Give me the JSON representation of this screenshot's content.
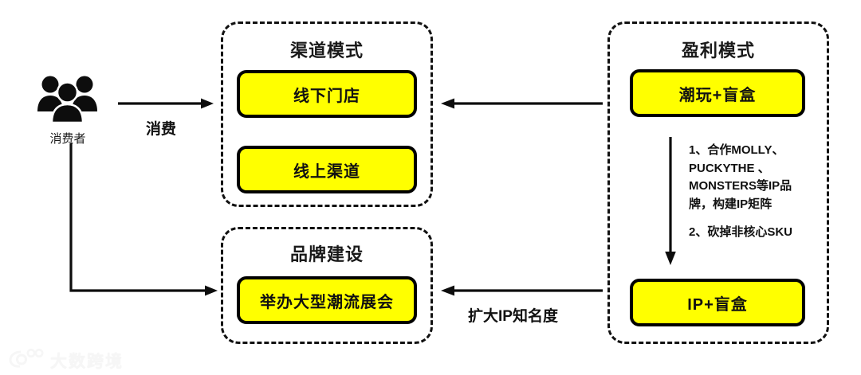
{
  "diagram": {
    "type": "flow",
    "background": "#ffffff",
    "node_fill": "#ffff00",
    "node_stroke": "#000000",
    "panel_stroke": "#111111"
  },
  "actor": {
    "icon": "people-group-icon",
    "label": "消费者"
  },
  "panels": [
    {
      "id": "channel",
      "title": "渠道模式",
      "nodes": [
        {
          "id": "offline-store",
          "label": "线下门店"
        },
        {
          "id": "online-channel",
          "label": "线上渠道"
        }
      ]
    },
    {
      "id": "brand",
      "title": "品牌建设",
      "nodes": [
        {
          "id": "trend-expo",
          "label": "举办大型潮流展会"
        }
      ]
    },
    {
      "id": "profit",
      "title": "盈利模式",
      "nodes": [
        {
          "id": "toy-blindbox",
          "label": "潮玩+盲盒"
        },
        {
          "id": "ip-blindbox",
          "label": "IP+盲盒"
        }
      ]
    }
  ],
  "edges": [
    {
      "id": "consume",
      "label": "消费",
      "direction": "right"
    },
    {
      "id": "profit-to-channel",
      "label": "",
      "direction": "left"
    },
    {
      "id": "expand-ip",
      "label": "扩大IP知名度",
      "direction": "left"
    },
    {
      "id": "consumer-to-brand",
      "label": "",
      "direction": "right"
    },
    {
      "id": "toy-to-ip",
      "label": "",
      "direction": "down"
    }
  ],
  "notes": {
    "step1": "1、合作MOLLY、PUCKYTHE 、MONSTERS等IP品牌，构建IP矩阵",
    "step2": "2、砍掉非核心SKU"
  },
  "watermark": {
    "logo": "dashu-logo-icon",
    "text": "大数跨境"
  }
}
